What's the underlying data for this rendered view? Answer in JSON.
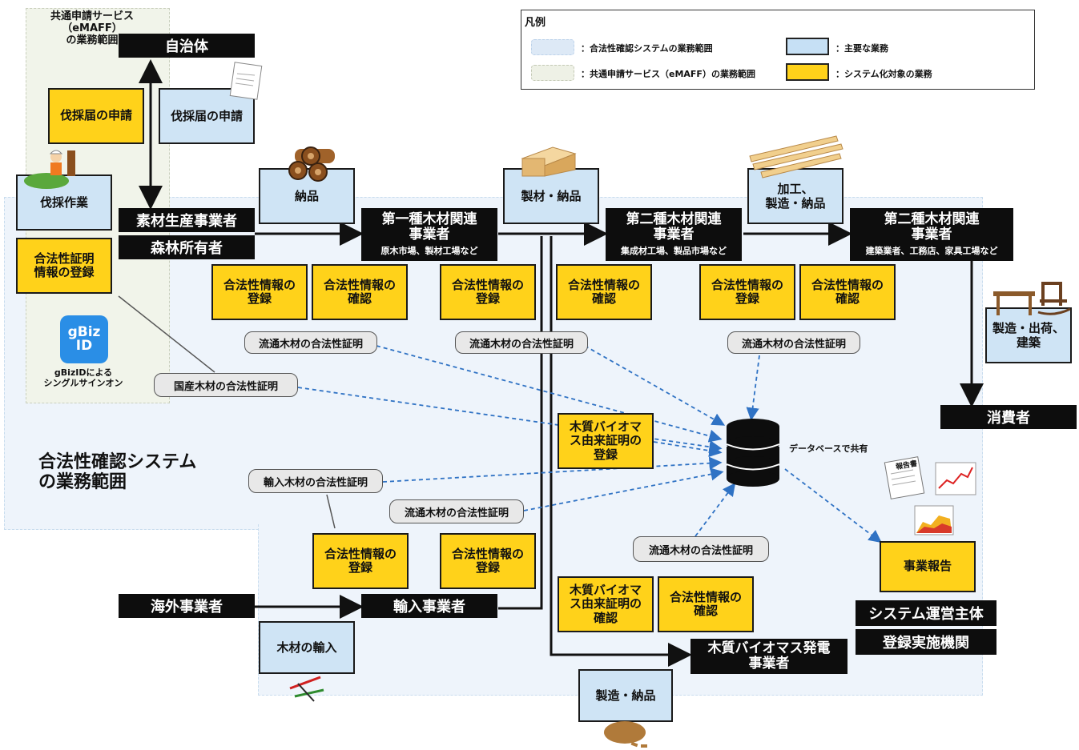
{
  "legend": {
    "title": "凡例",
    "items": [
      {
        "label": "：合法性確認システムの業務範囲",
        "swatch": "#dde9f6"
      },
      {
        "label": "：共通申請サービス（eMAFF）の業務範囲",
        "swatch": "#eef1e6"
      },
      {
        "label": "：主要な業務",
        "swatch": "#c6e0f5"
      },
      {
        "label": "：システム化対象の業務",
        "swatch": "#ffd21a"
      }
    ]
  },
  "regions": {
    "emaff": "共通申請サービス\n（eMAFF）\nの業務範囲",
    "legality_system": "合法性確認システム\nの業務範囲"
  },
  "actors": {
    "municipality": "自治体",
    "material_producer": "素材生産事業者",
    "forest_owner": "森林所有者",
    "wood_type1": "第一種木材関連\n事業者",
    "wood_type1_sub": "原木市場、製材工場など",
    "wood_type2a": "第二種木材関連\n事業者",
    "wood_type2a_sub": "集成材工場、製品市場など",
    "wood_type2b": "第二種木材関連\n事業者",
    "wood_type2b_sub": "建築業者、工務店、家具工場など",
    "consumer": "消費者",
    "overseas": "海外事業者",
    "importer": "輸入事業者",
    "biomass_power": "木質バイオマス発電\n事業者",
    "system_operator": "システム運営主体",
    "registration_body": "登録実施機関"
  },
  "main_tasks": {
    "felling_app_muni": "伐採届の申請",
    "felling_work": "伐採作業",
    "delivery1": "納品",
    "lumber_delivery": "製材・納品",
    "processing": "加工、\n製造・納品",
    "manufacturing_ship": "製造・出荷、\n建築",
    "wood_import": "木材の輸入",
    "mfg_delivery": "製造・納品"
  },
  "system_tasks": {
    "felling_app": "伐採届の申請",
    "legality_reg_forest": "合法性証明\n情報の登録",
    "reg1": "合法性情報の\n登録",
    "confirm1": "合法性情報の\n確認",
    "reg2": "合法性情報の\n登録",
    "confirm2": "合法性情報の\n確認",
    "reg3": "合法性情報の\n登録",
    "confirm3": "合法性情報の\n確認",
    "biomass_reg": "木質バイオマ\nス由来証明の\n登録",
    "import_reg1": "合法性情報の\n登録",
    "import_reg2": "合法性情報の\n登録",
    "biomass_confirm": "木質バイオマ\nス由来証明の\n確認",
    "confirm_biomass": "合法性情報の\n確認",
    "business_report": "事業報告"
  },
  "bubbles": {
    "distributed1": "流通木材の合法性証明",
    "distributed2": "流通木材の合法性証明",
    "distributed3": "流通木材の合法性証明",
    "domestic": "国産木材の合法性証明",
    "imported": "輸入木材の合法性証明",
    "distributed4": "流通木材の合法性証明",
    "distributed5": "流通木材の合法性証明"
  },
  "gbiz": {
    "logo_top": "gBiz",
    "logo_bottom": "ID",
    "caption": "gBizIDによる\nシングルサインオン"
  },
  "database_label": "データベースで共有",
  "report_doc_label": "報告書",
  "colors": {
    "black": "#0d0d0d",
    "yellow": "#ffd21a",
    "blue": "#cfe4f5",
    "arrow_dashed": "#2f72c4"
  },
  "icons": [
    "form-icon",
    "logs-icon",
    "lumber-stack-icon",
    "planks-icon",
    "furniture-icon",
    "worker-icon",
    "pellets-icon",
    "report-icon",
    "chart-icon",
    "area-chart-icon",
    "database-icon",
    "wood-chips-icon"
  ]
}
